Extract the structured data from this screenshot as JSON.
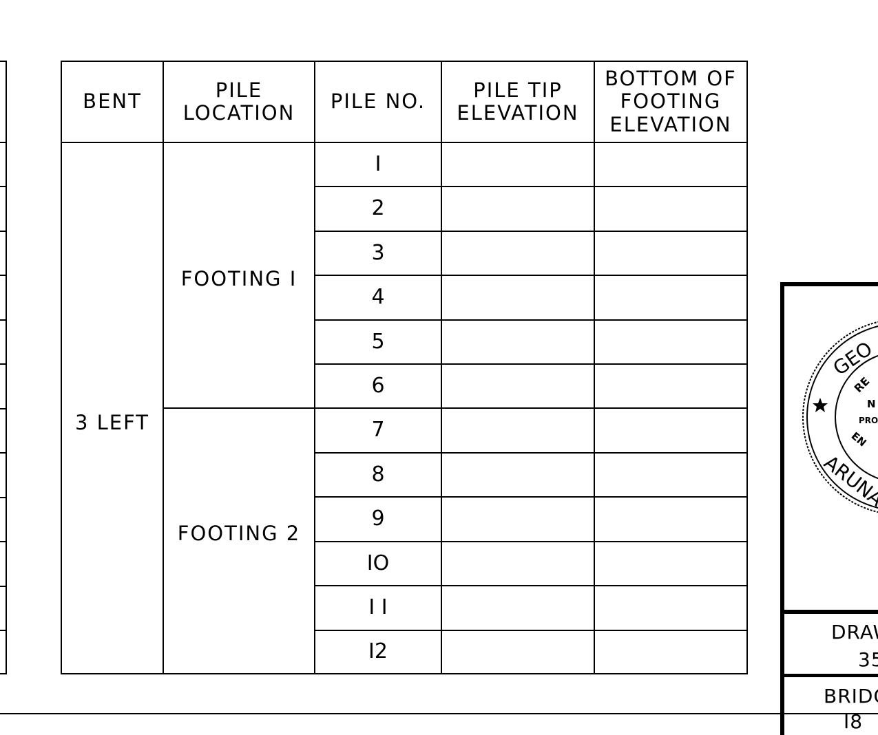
{
  "table": {
    "headers": {
      "bent": "BENT",
      "pile_location": "PILE\nLOCATION",
      "pile_no": "PILE NO.",
      "pile_tip_elevation": "PILE TIP\nELEVATION",
      "bottom_of_footing_elevation": "BOTTOM OF\nFOOTING\nELEVATION"
    },
    "bent": "3 LEFT",
    "footings": [
      "FOOTING I",
      "FOOTING 2"
    ],
    "pile_numbers": [
      "I",
      "2",
      "3",
      "4",
      "5",
      "6",
      "7",
      "8",
      "9",
      "IO",
      "I I",
      "I2"
    ]
  },
  "title_block": {
    "seal": {
      "outer_letters": "GEO",
      "inner_text": "RE",
      "center_n": "N",
      "center_pro": "PRO",
      "lower_en": "EN",
      "name_fragment": "ARUNA"
    },
    "drawing_label": "DRAW",
    "drawing_number": "35",
    "bridge_label": "BRIDG",
    "bridge_number": "I8"
  }
}
